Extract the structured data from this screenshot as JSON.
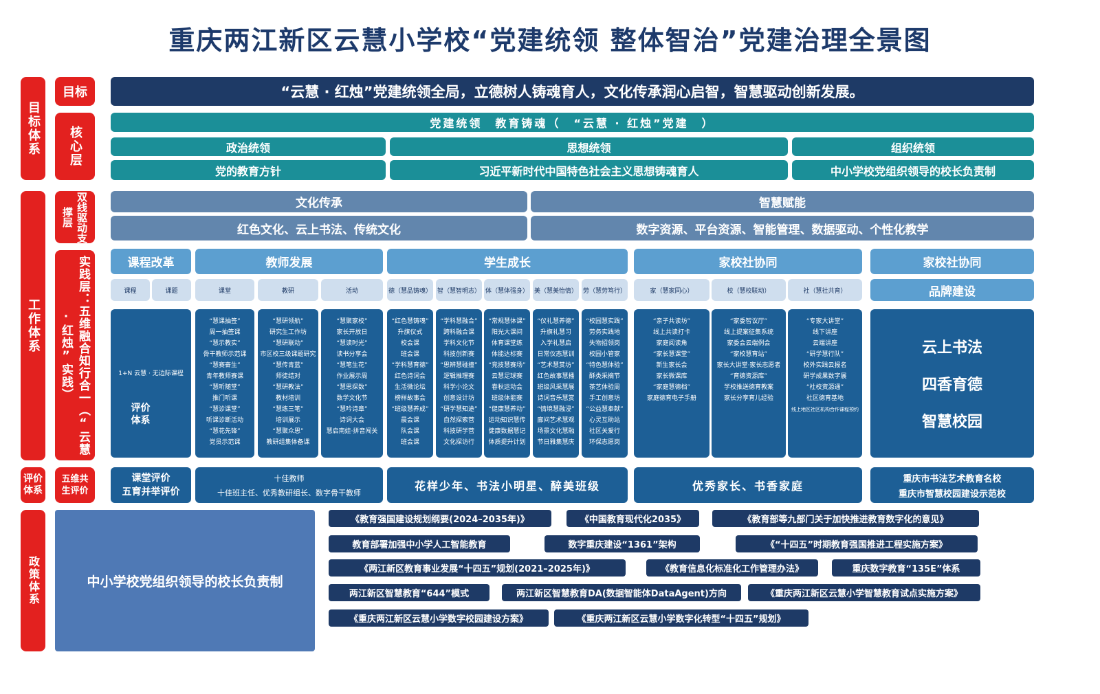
{
  "title": "重庆两江新区云慧小学校“党建统领 整体智治”党建治理全景图",
  "side": {
    "target_system": "目标体系",
    "work_system": "工作体系",
    "eval_system": "评价体系",
    "policy_system": "政策体系"
  },
  "labels": {
    "target": "目标",
    "core": "核心层",
    "support": "双线驱动支撑层",
    "practice": "实践层：五维融合知行合一（“云慧·红烛”实践）",
    "eval": "五维共生评价"
  },
  "goal_text": "“云慧 · 红烛”党建统领全局，立德树人铸魂育人，文化传承润心启智，智慧驱动创新发展。",
  "core": {
    "top": "党建统领　教育铸魂（　“云慧 · 红烛”党建　）",
    "cols": [
      "政治统领",
      "思想统领",
      "组织统领"
    ],
    "subs": [
      "党的教育方针",
      "习近平新时代中国特色社会主义思想铸魂育人",
      "中小学校党组织领导的校长负责制"
    ]
  },
  "support": {
    "left_title": "文化传承",
    "left_sub": "红色文化、云上书法、传统文化",
    "right_title": "智慧赋能",
    "right_sub": "数字资源、平台资源、智能管理、数据驱动、个性化教学"
  },
  "practice": {
    "headers": [
      "课程改革",
      "教师发展",
      "学生成长",
      "家校社协同",
      "家校社协同"
    ],
    "sub_course": [
      "课程",
      "课题"
    ],
    "sub_teacher": [
      "课堂",
      "教研",
      "活动"
    ],
    "sub_student": [
      "德（慧品铸魂）",
      "智（慧智明志）",
      "体（慧体强身）",
      "美（慧美怡情）",
      "劳（慧劳笃行）"
    ],
    "sub_home": [
      "家（慧家同心）",
      "校（慧校联动）",
      "社（慧社共育）"
    ],
    "brand": "品牌建设",
    "course_content": "1+N 云慧 · 无边际课程",
    "course_eval": "评价体系",
    "teacher_cols": [
      [
        "“慧课抽签”",
        "周一抽签课",
        "“慧示教实”",
        "骨干教师示范课",
        "“慧赛奋生”",
        "青年教师赛课",
        "“慧听随堂”",
        "推门听课",
        "“慧诊课堂”",
        "听课诊断活动",
        "“慧花先锋”",
        "党员示范课"
      ],
      [
        "“慧研领航”",
        "研究生工作坊",
        "“慧研联动”",
        "市区校三级课题研究",
        "“慧传青蓝”",
        "师徒结对",
        "“慧研教法”",
        "教材培训",
        "“慧练三笔”",
        "培训展示",
        "“慧聚众思”",
        "教研组集体备课"
      ],
      [
        "“慧聚家校”",
        "家长开放日",
        "“慧读时光”",
        "读书分享会",
        "“慧笔生花”",
        "作业展示周",
        "“慧思探数”",
        "数学文化节",
        "“慧吟诗章”",
        "诗词大会",
        "慧启南娃·拼音闯关"
      ]
    ],
    "student_cols": [
      [
        "“红色慧铸魂”",
        "升旗仪式",
        "校会课",
        "班会课",
        "“学科慧育德”",
        "红色诗词会",
        "生活微论坛",
        "榜样故事会",
        "“班级慧养成”",
        "晨会课",
        "队会课",
        "班会课"
      ],
      [
        "“学科慧融合”",
        "跨科融合课",
        "学科文化节",
        "科技创新赛",
        "“思辨慧碰撞”",
        "逻辑推理赛",
        "科学小论文",
        "创意设计坊",
        "“研学慧知途”",
        "自然探索营",
        "科技研学营",
        "文化探访行"
      ],
      [
        "“常规慧体课”",
        "阳光大课间",
        "体育课堂练",
        "体能达标赛",
        "“竞技慧赛场”",
        "云慧足球赛",
        "春秋运动会",
        "班级体能赛",
        "“健康慧养动”",
        "运动知识慧传",
        "健康数据慧记",
        "体质提升计划"
      ],
      [
        "“仪礼慧养德”",
        "升旗礼慧习",
        "入学礼慧启",
        "日常仪态慧训",
        "“艺术慧赏坊”",
        "红色故事慧播",
        "班级风采慧展",
        "诗词音乐慧赏",
        "“情境慧融浸”",
        "廊间艺术慧观",
        "场景文化慧融",
        "节日雅集慧庆"
      ],
      [
        "“校园慧实践”",
        "劳务实践地",
        "失物招领岗",
        "校园小管家",
        "“特色慧体验”",
        "酥类采摘节",
        "茶艺体验周",
        "手工创意坊",
        "“公益慧奉献”",
        "心灵互助站",
        "社区关爱行",
        "环保志愿岗"
      ]
    ],
    "home_cols": [
      [
        "“亲子共读坊”",
        "线上共读打卡",
        "家庭阅读角",
        "“家长慧课堂”",
        "新生家长会",
        "家长微课库",
        "“家庭慧德档”",
        "家庭德育电子手册"
      ],
      [
        "“家委智议厅”",
        "线上提案征集系统",
        "家委会云端例会",
        "“家校慧育站”",
        "家长大讲堂·家长志愿者",
        "“育德资源库”",
        "学校推送德育教案",
        "家长分享育儿经验"
      ],
      [
        "“专家大讲堂”",
        "线下讲座",
        "云端讲座",
        "“研学慧行队”",
        "校外实践云报名",
        "研学成果数字展",
        "“社校资源通”",
        "社区德育基地",
        "线上地区社区机构合作课程预约"
      ]
    ],
    "brand_items": [
      "云上书法",
      "四香育德",
      "智慧校园"
    ]
  },
  "evaluation": {
    "course": "课堂评价\n五育并举评价",
    "teacher_title": "十佳教师",
    "teacher_sub": "十佳班主任、优秀教研组长、数字骨干教师",
    "student": "花样少年、书法小明星、醉美班级",
    "home": "优秀家长、书香家庭",
    "brand_1": "重庆市书法艺术教育名校",
    "brand_2": "重庆市智慧校园建设示范校"
  },
  "policy": {
    "main": "中小学校党组织领导的校长负责制",
    "rows": [
      [
        "《教育强国建设规划纲要(2024–2035年)》",
        "《中国教育现代化2035》",
        "《教育部等九部门关于加快推进教育数字化的意见》"
      ],
      [
        "教育部署加强中小学人工智能教育",
        "数字重庆建设“1361”架构",
        "《“十四五”时期教育强国推进工程实施方案》"
      ],
      [
        "《两江新区教育事业发展“十四五”规划(2021–2025年)》",
        "《教育信息化标准化工作管理办法》",
        "重庆数字教育“135E”体系"
      ],
      [
        "两江新区智慧教育“644”模式",
        "两江新区智慧教育DA(数据智能体DataAgent)方向",
        "《重庆两江新区云慧小学智慧教育试点实施方案》"
      ],
      [
        "《重庆两江新区云慧小学数字校园建设方案》",
        "《重庆两江新区云慧小学数字化转型“十四五”规划》"
      ]
    ]
  },
  "colors": {
    "red": "#e3211f",
    "navy": "#1e3a66",
    "teal": "#1b8f98",
    "slate": "#6286ad",
    "blue": "#1d5f96",
    "pale": "#cfdeee"
  }
}
